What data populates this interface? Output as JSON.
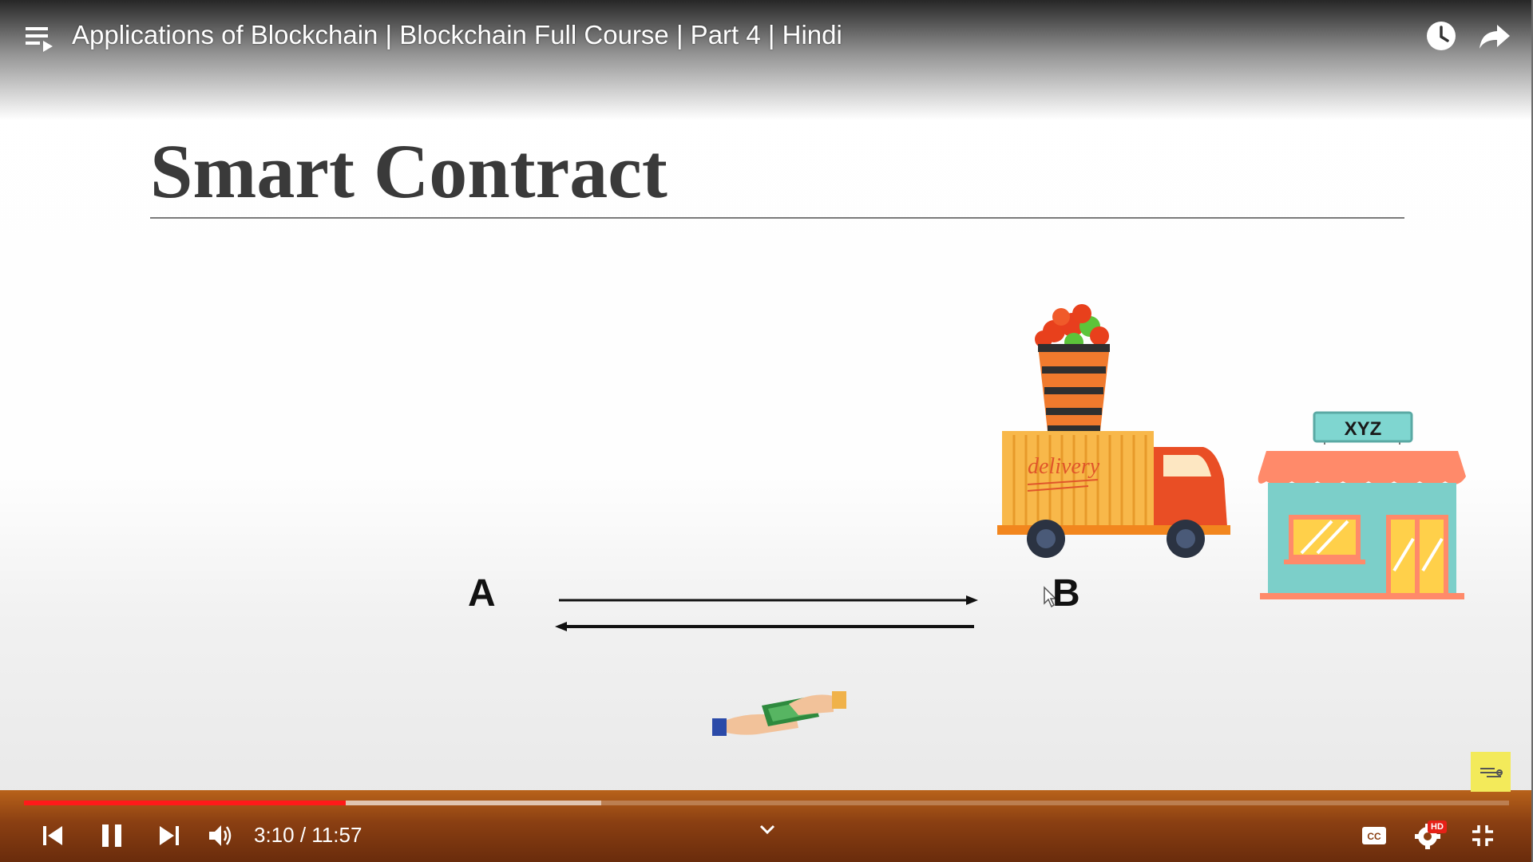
{
  "video": {
    "title": "Applications of Blockchain | Blockchain Full Course | Part 4 | Hindi"
  },
  "slide": {
    "title": "Smart Contract",
    "party_a": "A",
    "party_b": "B",
    "truck_text": "delivery",
    "shop_sign": "XYZ"
  },
  "player": {
    "time_display": "3:10 / 11:57",
    "played_fraction": 0.2168,
    "buffered_fraction": 0.3885,
    "progress_color": "#ff1a1a",
    "quality_badge": "HD",
    "quality_badge_color": "#e62117"
  },
  "icons": {
    "top_left": "playlist-icon",
    "top_right": [
      "watch-later-icon",
      "share-icon"
    ],
    "controls_left": [
      "previous-icon",
      "pause-icon",
      "next-icon",
      "volume-icon"
    ],
    "controls_center": "chevron-down-icon",
    "controls_right": [
      "captions-icon",
      "settings-icon",
      "exit-fullscreen-icon"
    ]
  }
}
